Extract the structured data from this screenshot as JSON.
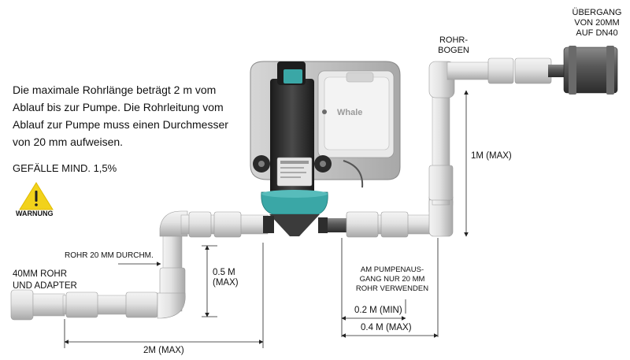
{
  "intro": "Die maximale Rohrlänge beträgt 2 m vom Ablauf bis zur Pumpe. Die Rohrleitung vom Ablauf zur Pumpe muss einen Durchmesser von 20 mm aufweisen.",
  "slope_note": "GEFÄLLE MIND. 1,5%",
  "warning_label": "WARNUNG",
  "labels": {
    "transition": [
      "ÜBERGANG",
      "VON 20MM",
      "AUF DN40"
    ],
    "bend": [
      "ROHR-",
      "BOGEN"
    ],
    "rise_max": "1M (MAX)",
    "pipe_20": "ROHR 20 MM DURCHM.",
    "pipe_40": [
      "40MM ROHR",
      "UND ADAPTER"
    ],
    "drop_max": [
      "0.5 M",
      "(MAX)"
    ],
    "length_max": "2M (MAX)",
    "outlet_note": [
      "AM PUMPENAUS-",
      "GANG NUR 20 MM",
      "ROHR VERWENDEN"
    ],
    "outlet_min": "0.2 M (MIN)",
    "outlet_max": "0.4 M (MAX)"
  },
  "pump_brand": "Whale",
  "colors": {
    "pipe": "#dcdcdc",
    "pipe_shade": "#a9a9a9",
    "pump_body": "#bfbfbf",
    "motor": "#2b2b2b",
    "teal": "#3aa7a6",
    "warning": "#f2d21b"
  }
}
